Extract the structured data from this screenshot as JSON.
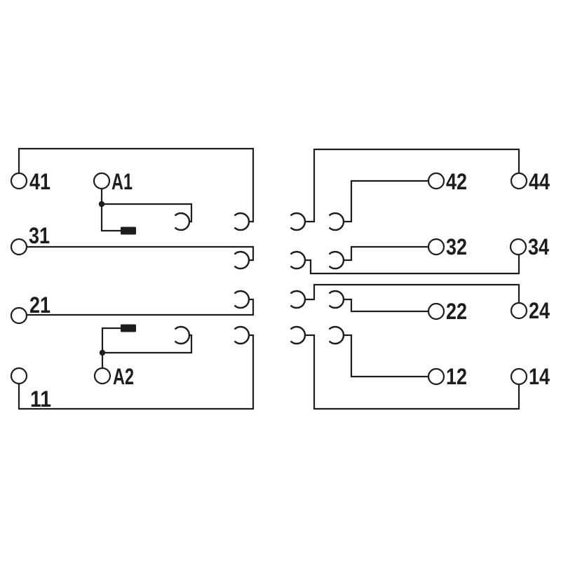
{
  "page": {
    "background_color": "#ffffff",
    "line_color": "#1d1d1b"
  },
  "diagram": {
    "coil_terminals": {
      "a1": "A1",
      "a2": "A2"
    },
    "contact_terminals": {
      "t41": "41",
      "t42": "42",
      "t44": "44",
      "t31": "31",
      "t32": "32",
      "t34": "34",
      "t21": "21",
      "t22": "22",
      "t24": "24",
      "t11": "11",
      "t12": "12",
      "t14": "14"
    }
  }
}
